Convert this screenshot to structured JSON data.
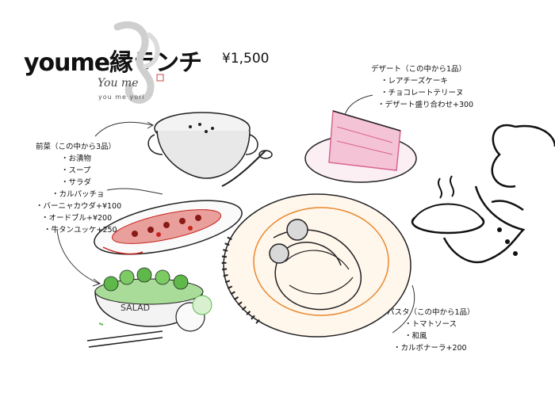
{
  "title": {
    "main": "youme縁ランチ",
    "price": "¥1,500"
  },
  "logo": {
    "script": "You me",
    "subtitle": "you me yori"
  },
  "starters": {
    "heading": "前菜（この中から3品）",
    "items": [
      "・お漬物",
      "・スープ",
      "・サラダ",
      "・カルパッチョ",
      "・バーニャカウダ+¥100",
      "・オードブル+¥200",
      "・牛タンユッケ+250"
    ]
  },
  "dessert": {
    "heading": "デザート（この中から1品）",
    "items": [
      "・レアチーズケーキ",
      "・チョコレートテリーヌ",
      "・デザート盛り合わせ+300"
    ]
  },
  "pasta": {
    "heading": "パスタ（この中から1品）",
    "items": [
      "・トマトソース",
      "・和風",
      "・カルボナーラ+200"
    ]
  },
  "illustrations": {
    "salad_bowl_text": "SALAD"
  },
  "colors": {
    "dessert_pink": "#d9638f",
    "pasta_orange": "#e8892f",
    "salad_green": "#5fb84a",
    "carpaccio_red": "#c8231d"
  }
}
